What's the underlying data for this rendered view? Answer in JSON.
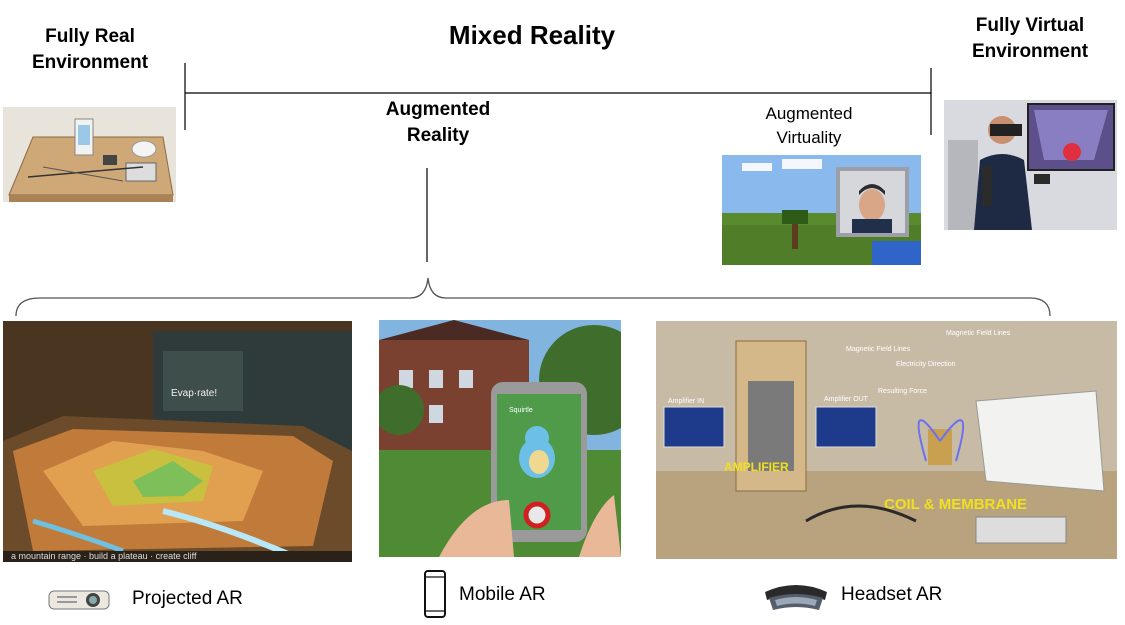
{
  "spectrum": {
    "left_label_line1": "Fully Real",
    "left_label_line2": "Environment",
    "center_label": "Mixed Reality",
    "right_label_line1": "Fully Virtual",
    "right_label_line2": "Environment",
    "ar_label_line1": "Augmented",
    "ar_label_line2": "Reality",
    "av_label_line1": "Augmented",
    "av_label_line2": "Virtuality"
  },
  "ar_types": [
    {
      "label": "Projected AR",
      "icon": "projector-icon"
    },
    {
      "label": "Mobile AR",
      "icon": "smartphone-icon"
    },
    {
      "label": "Headset AR",
      "icon": "headset-icon"
    }
  ],
  "photo_text": {
    "evaporate": "Evap",
    "evaporate2": "rate!",
    "sandbox_caption": "a mountain range · build a plateau · create cliff",
    "amplifier": "AMPLIFIER",
    "coil": "COIL & MEMBRANE",
    "magnetic1": "Magnetic Field Lines",
    "magnetic2": "Magnetic Field Lines",
    "electricity": "Electricity Direction",
    "resulting": "Resulting Force",
    "amp_in": "Amplifier IN",
    "amp_out": "Amplifier OUT",
    "pokemon": "Squirtle"
  }
}
